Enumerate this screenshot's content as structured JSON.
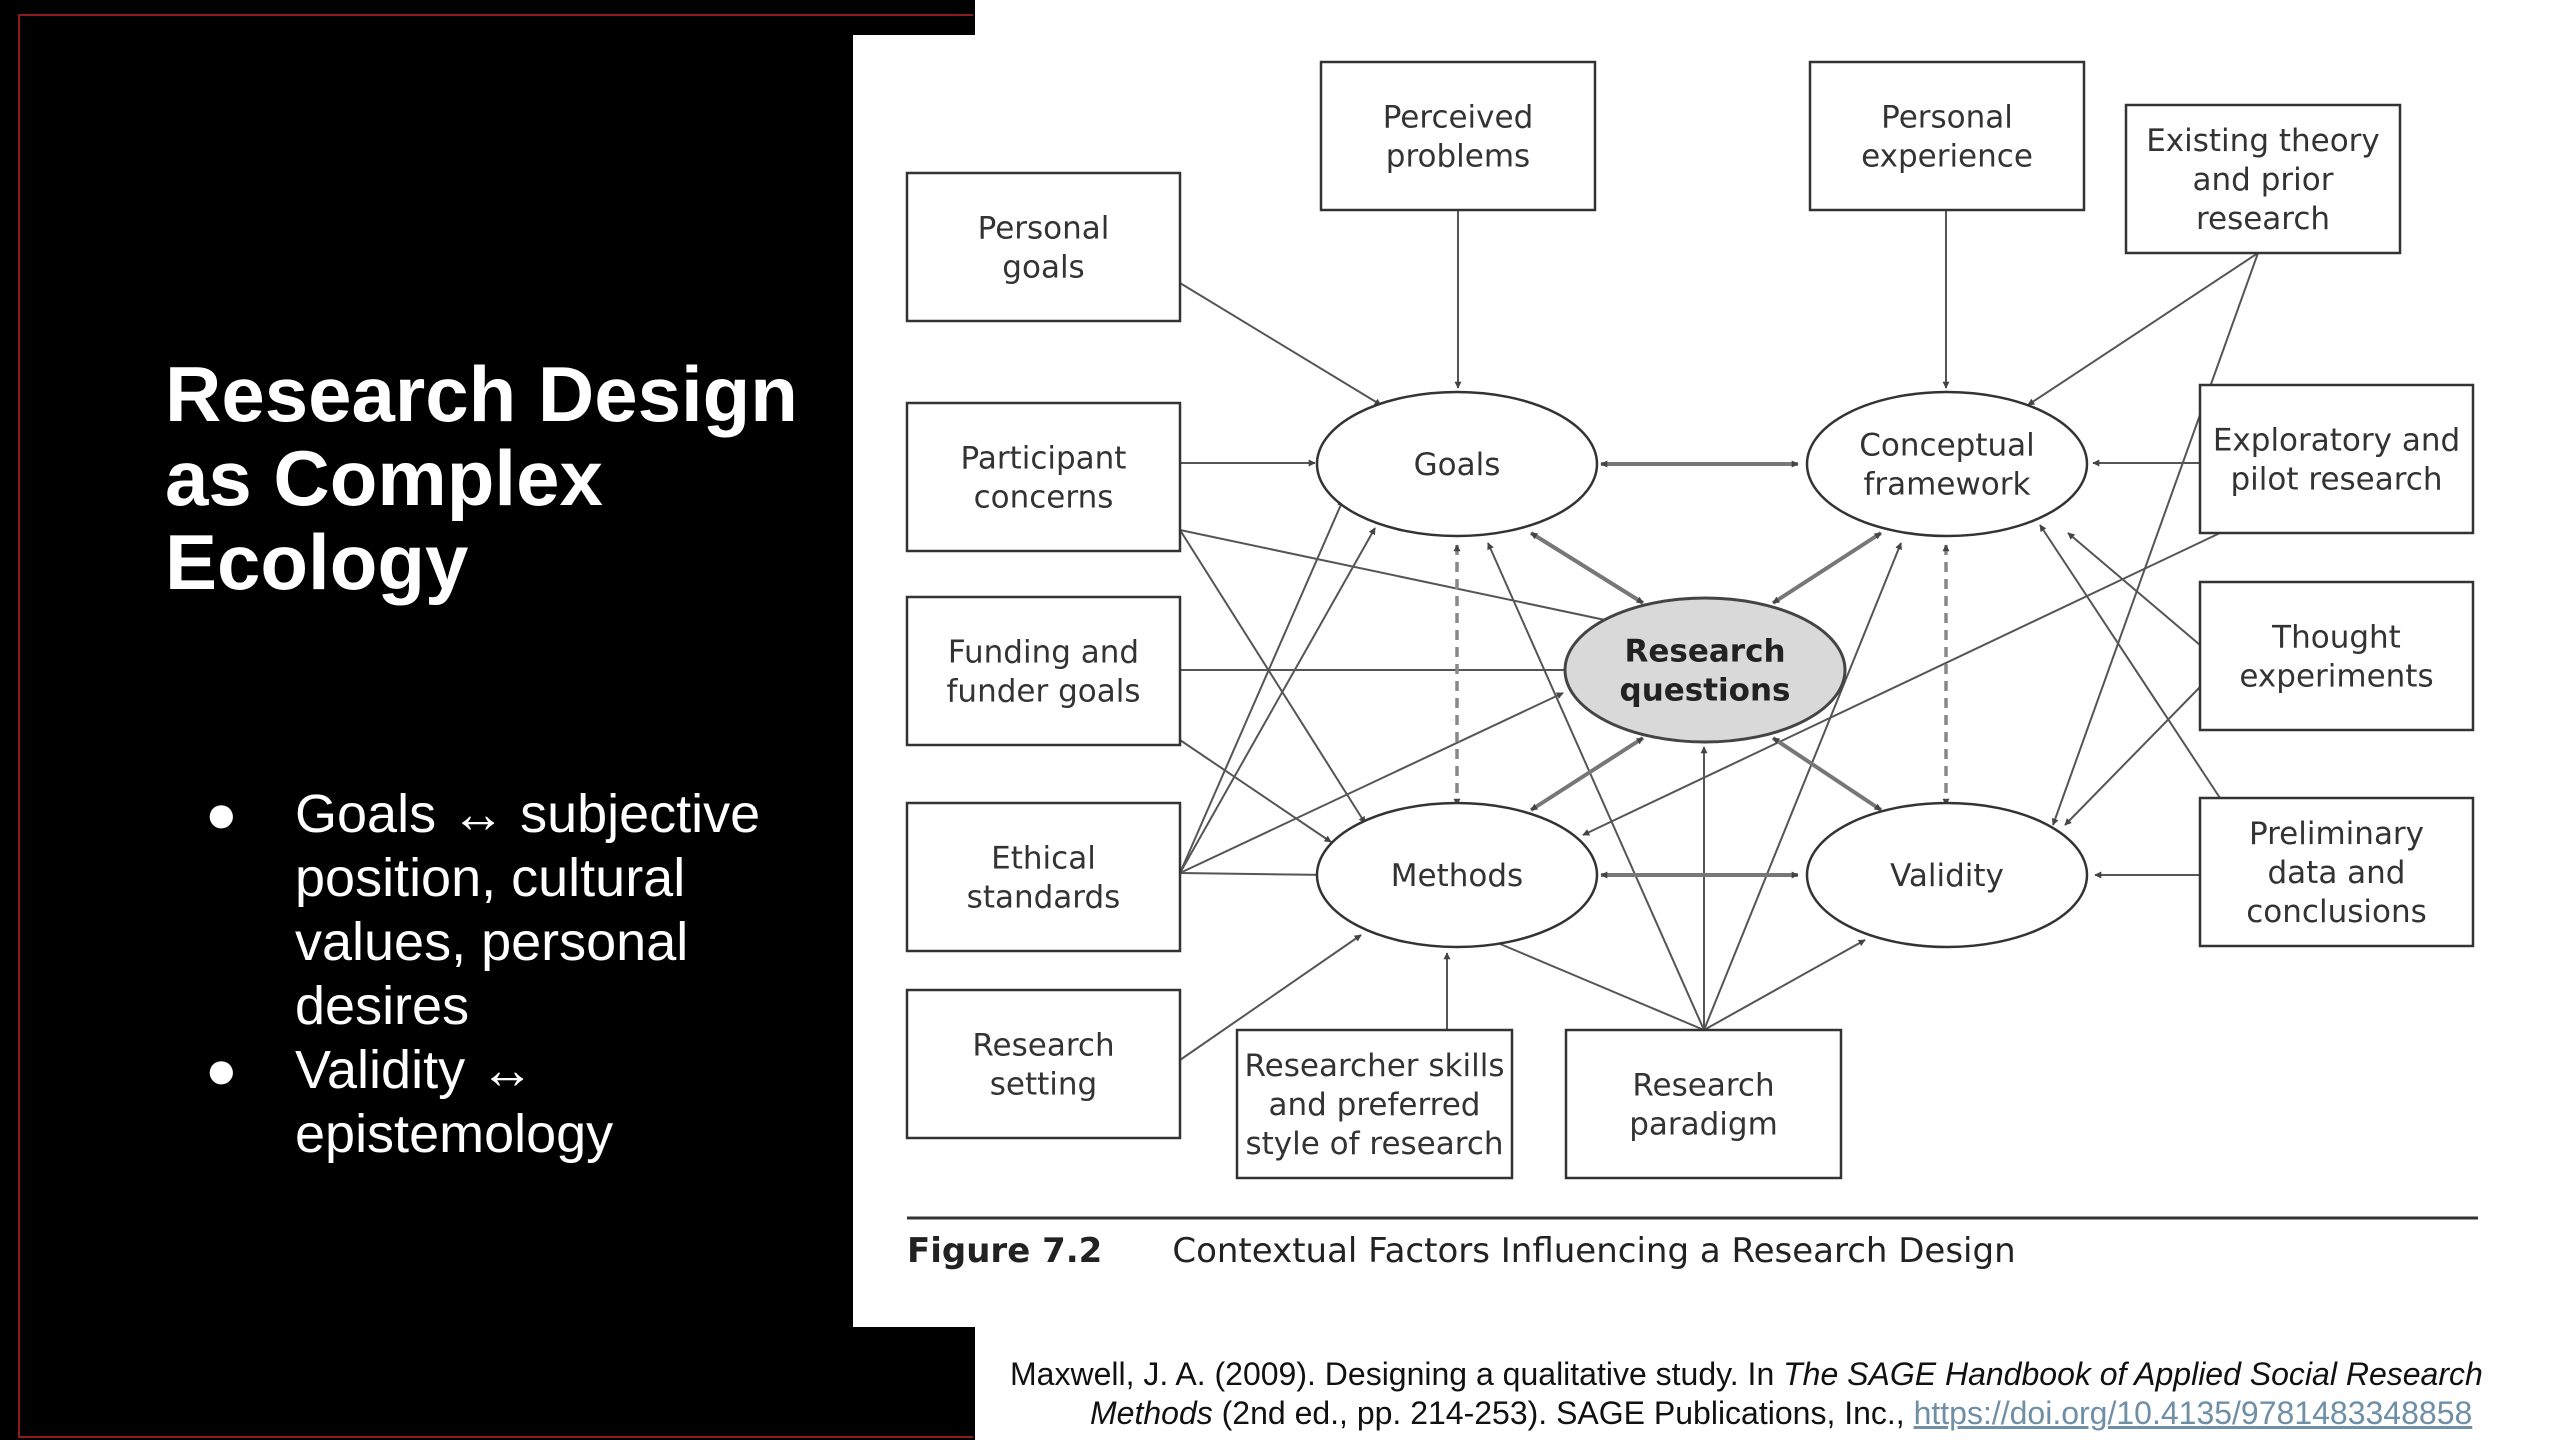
{
  "slide": {
    "title": "Research Design as Complex Ecology",
    "bullet_marker": "●",
    "bullets": [
      "Goals ↔ subjective position, cultural values, personal desires",
      "Validity ↔ epistemology"
    ]
  },
  "diagram": {
    "boxes": [
      {
        "id": "personal-goals",
        "lines": [
          "Personal",
          "goals"
        ]
      },
      {
        "id": "perceived-problems",
        "lines": [
          "Perceived",
          "problems"
        ]
      },
      {
        "id": "personal-experience",
        "lines": [
          "Personal",
          "experience"
        ]
      },
      {
        "id": "existing-theory",
        "lines": [
          "Existing theory",
          "and prior",
          "research"
        ]
      },
      {
        "id": "participant-concerns",
        "lines": [
          "Participant",
          "concerns"
        ]
      },
      {
        "id": "exploratory-pilot",
        "lines": [
          "Exploratory and",
          "pilot research"
        ]
      },
      {
        "id": "funding",
        "lines": [
          "Funding and",
          "funder goals"
        ]
      },
      {
        "id": "thought-experiments",
        "lines": [
          "Thought",
          "experiments"
        ]
      },
      {
        "id": "ethical-standards",
        "lines": [
          "Ethical",
          "standards"
        ]
      },
      {
        "id": "preliminary-data",
        "lines": [
          "Preliminary",
          "data and",
          "conclusions"
        ]
      },
      {
        "id": "research-setting",
        "lines": [
          "Research",
          "setting"
        ]
      },
      {
        "id": "researcher-skills",
        "lines": [
          "Researcher skills",
          "and preferred",
          "style of research"
        ]
      },
      {
        "id": "research-paradigm",
        "lines": [
          "Research",
          "paradigm"
        ]
      }
    ],
    "nodes": [
      {
        "id": "goals",
        "lines": [
          "Goals"
        ]
      },
      {
        "id": "conceptual-framework",
        "lines": [
          "Conceptual",
          "framework"
        ]
      },
      {
        "id": "research-questions",
        "lines": [
          "Research",
          "questions"
        ]
      },
      {
        "id": "methods",
        "lines": [
          "Methods"
        ]
      },
      {
        "id": "validity",
        "lines": [
          "Validity"
        ]
      }
    ]
  },
  "figure": {
    "label": "Figure 7.2",
    "caption": "Contextual Factors Influencing a Research Design"
  },
  "citation": {
    "line1_plain": "Maxwell, J. A. (2009). Designing a qualitative study. In ",
    "line1_italic": "The SAGE Handbook of Applied Social Research",
    "line2_italic": "Methods",
    "line2_plain": " (2nd  ed., pp. 214-253). SAGE Publications, Inc., ",
    "doi": "https://doi.org/10.4135/9781483348858"
  }
}
